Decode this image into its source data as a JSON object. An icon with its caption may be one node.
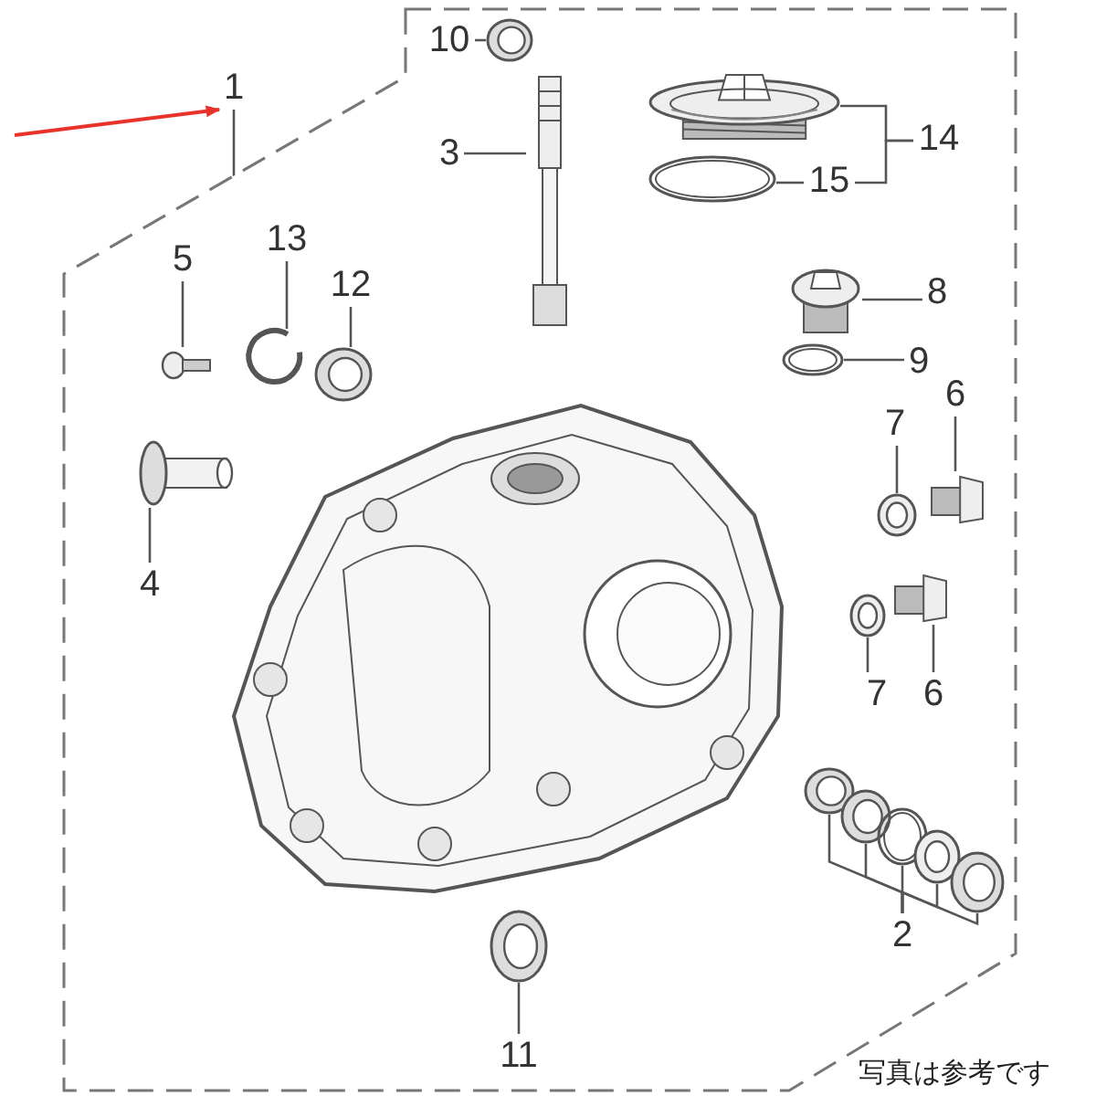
{
  "diagram": {
    "nodes": [
      {
        "text": [
          "1"
        ]
      },
      {
        "text": [],
        "shape": "box"
      },
      {
        "text": [
          "10"
        ],
        "in": 1
      },
      {
        "text": [],
        "shape": "picture",
        "in": 1
      },
      {
        "text": [
          "3"
        ],
        "in": 1
      },
      {
        "text": [],
        "shape": "picture",
        "in": 1
      },
      {
        "text": [],
        "shape": "picture",
        "in": 1
      },
      {
        "text": [
          "14"
        ],
        "in": 1
      },
      {
        "text": [],
        "shape": "picture",
        "in": 1
      },
      {
        "text": [
          "15"
        ],
        "in": 1
      },
      {
        "text": [
          "5"
        ],
        "in": 1
      },
      {
        "text": [
          "13"
        ],
        "in": 1
      },
      {
        "text": [
          "12"
        ],
        "in": 1
      },
      {
        "text": [],
        "shape": "picture",
        "in": 1
      },
      {
        "text": [],
        "shape": "picture",
        "in": 1
      },
      {
        "text": [],
        "shape": "picture",
        "in": 1
      },
      {
        "text": [],
        "shape": "picture",
        "in": 1
      },
      {
        "text": [
          "8"
        ],
        "in": 1
      },
      {
        "text": [],
        "shape": "picture",
        "in": 1
      },
      {
        "text": [
          "9"
        ],
        "in": 1
      },
      {
        "text": [
          "7"
        ],
        "in": 1
      },
      {
        "text": [
          "6"
        ],
        "in": 1
      },
      {
        "text": [],
        "shape": "picture",
        "in": 1
      },
      {
        "text": [],
        "shape": "picture",
        "in": 1
      },
      {
        "text": [],
        "shape": "picture",
        "in": 1
      },
      {
        "text": [],
        "shape": "picture",
        "in": 1
      },
      {
        "text": [
          "4"
        ],
        "in": 1
      },
      {
        "text": [],
        "shape": "picture",
        "in": 1
      },
      {
        "text": [],
        "shape": "picture",
        "in": 1
      },
      {
        "text": [
          "7"
        ],
        "in": 1
      },
      {
        "text": [
          "6"
        ],
        "in": 1
      },
      {
        "text": [],
        "shape": "picture",
        "in": 1
      },
      {
        "text": [],
        "shape": "picture",
        "in": 1
      },
      {
        "text": [],
        "shape": "picture",
        "in": 1
      },
      {
        "text": [],
        "shape": "picture",
        "in": 1
      },
      {
        "text": [],
        "shape": "picture",
        "in": 1
      },
      {
        "text": [],
        "shape": "picture",
        "in": 1
      },
      {
        "text": [
          "2"
        ],
        "in": 1
      },
      {
        "text": [
          "11"
        ],
        "in": 1
      }
    ],
    "edges": [
      {
        "from": null,
        "to": 0,
        "arrow": "to",
        "color": "#e8332a"
      },
      {
        "from": 0,
        "to": 1,
        "arrow": "none"
      },
      {
        "from": 2,
        "to": 3,
        "arrow": "none"
      },
      {
        "from": 4,
        "to": 5,
        "arrow": "none"
      },
      {
        "from": 7,
        "to": 6,
        "arrow": "none"
      },
      {
        "from": 7,
        "to": 9,
        "arrow": "none"
      },
      {
        "from": 9,
        "to": 8,
        "arrow": "none"
      },
      {
        "from": 10,
        "to": 13,
        "arrow": "none"
      },
      {
        "from": 11,
        "to": 14,
        "arrow": "none"
      },
      {
        "from": 12,
        "to": 15,
        "arrow": "none"
      },
      {
        "from": 17,
        "to": 16,
        "arrow": "none"
      },
      {
        "from": 19,
        "to": 18,
        "arrow": "none"
      },
      {
        "from": 20,
        "to": 22,
        "arrow": "none"
      },
      {
        "from": 21,
        "to": 23,
        "arrow": "none"
      },
      {
        "from": 26,
        "to": 24,
        "arrow": "none"
      },
      {
        "from": 29,
        "to": 27,
        "arrow": "none"
      },
      {
        "from": 30,
        "to": 28,
        "arrow": "none"
      },
      {
        "from": 37,
        "to": 31,
        "arrow": "none"
      },
      {
        "from": 37,
        "to": 32,
        "arrow": "none"
      },
      {
        "from": 37,
        "to": 33,
        "arrow": "none"
      },
      {
        "from": 37,
        "to": 34,
        "arrow": "none"
      },
      {
        "from": 37,
        "to": 35,
        "arrow": "none"
      },
      {
        "from": 38,
        "to": 36,
        "arrow": "none"
      }
    ],
    "labels": [
      "写真は参考です"
    ]
  }
}
